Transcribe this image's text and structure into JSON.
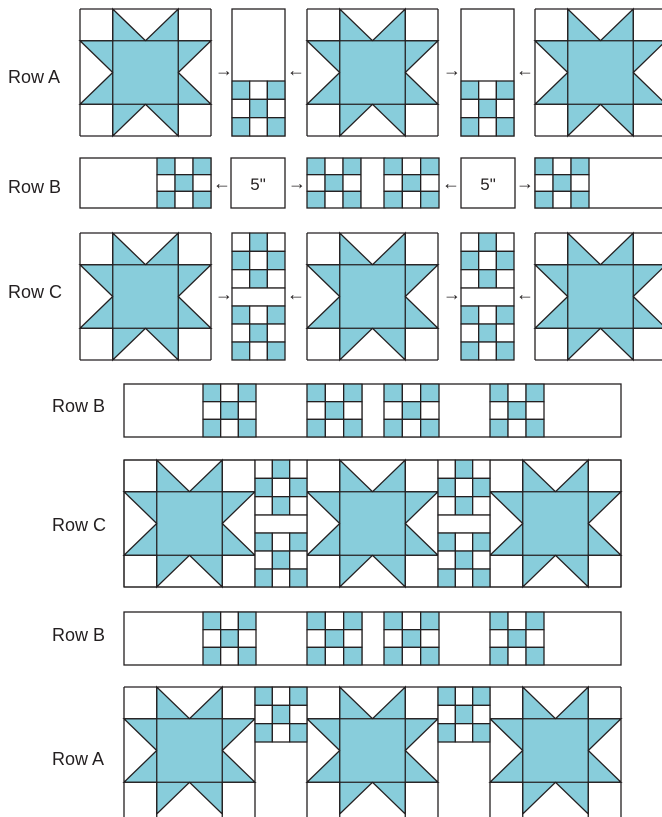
{
  "colors": {
    "fabric": "#88cddb",
    "background": "#ffffff",
    "line": "#231f20"
  },
  "labels": {
    "row_a": "Row A",
    "row_b": "Row B",
    "row_c": "Row C",
    "sash_width": "5\"",
    "arrow_right": "→",
    "arrow_left": "←"
  }
}
